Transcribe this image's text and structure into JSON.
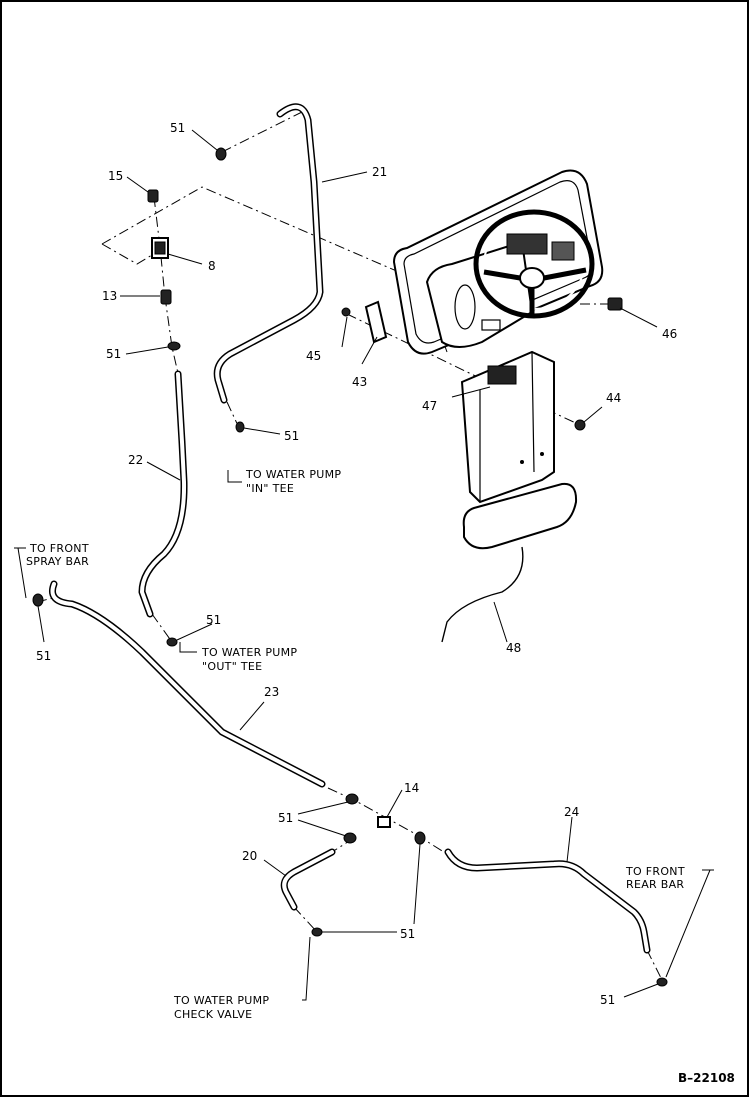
{
  "drawing_id": "B–22108",
  "callouts": {
    "c51a": "51",
    "c15": "15",
    "c21": "21",
    "c8": "8",
    "c13": "13",
    "c51b": "51",
    "c45": "45",
    "c43": "43",
    "c46": "46",
    "c47": "47",
    "c44": "44",
    "c51c": "51",
    "c22": "22",
    "c51d": "51",
    "c51e": "51",
    "c48": "48",
    "c23": "23",
    "c14": "14",
    "c51f": "51",
    "c24": "24",
    "c20": "20",
    "c51g": "51",
    "c51h": "51"
  },
  "notes": {
    "in_tee_1": "TO WATER PUMP",
    "in_tee_2": "\"IN\" TEE",
    "out_tee_1": "TO WATER PUMP",
    "out_tee_2": "\"OUT\" TEE",
    "front_spray_1": "TO FRONT",
    "front_spray_2": "SPRAY BAR",
    "front_rear_1": "TO FRONT",
    "front_rear_2": "REAR BAR",
    "check_valve_1": "TO WATER PUMP",
    "check_valve_2": "CHECK VALVE"
  }
}
